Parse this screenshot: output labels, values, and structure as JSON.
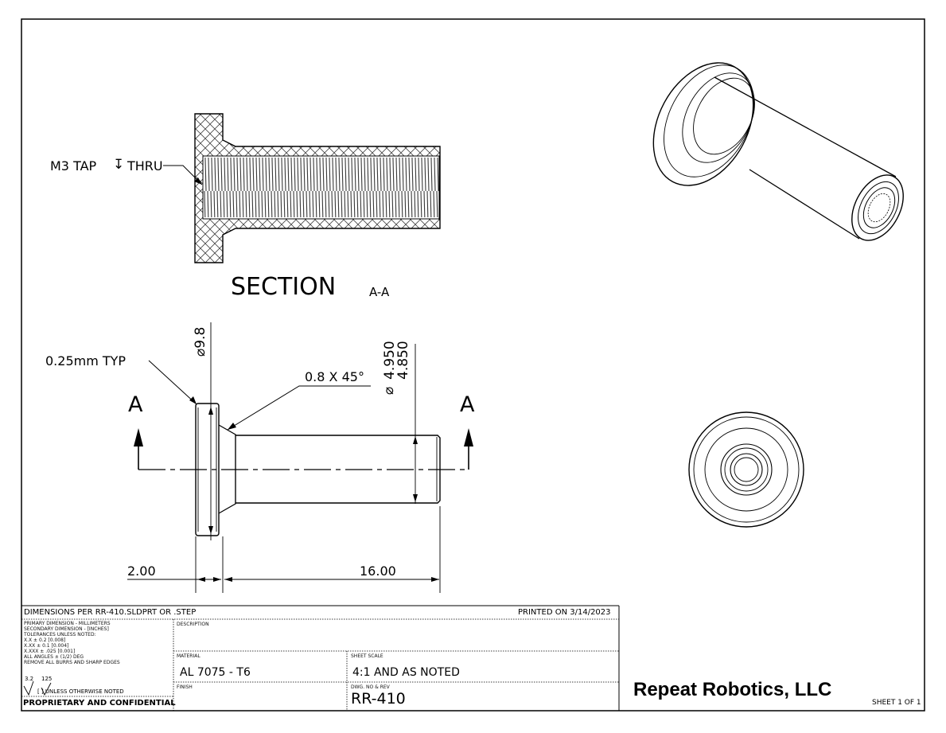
{
  "section_view": {
    "tap_note": "M3 TAP",
    "thru_symbol": "↧",
    "thru_label": "THRU",
    "title": "SECTION",
    "title_suffix": "A-A"
  },
  "side_view": {
    "fillet_note": "0.25mm TYP",
    "chamfer_note": "0.8 X 45°",
    "head_diameter": "⌀9.8",
    "shaft_diameter_symbol": "⌀",
    "shaft_diameter_upper": "4.950",
    "shaft_diameter_lower": "4.850",
    "section_mark_left": "A",
    "section_mark_right": "A",
    "dim_head_thickness": "2.00",
    "dim_shaft_length": "16.00"
  },
  "title_block": {
    "dimensions_note": "DIMENSIONS PER RR-410.SLDPRT OR .STEP",
    "printed_on": "PRINTED ON 3/14/2023",
    "notes": [
      "PRIMARY DIMENSION - MILLIMETERS",
      "SECONDARY DIMENSION - [INCHES]",
      "TOLERANCES UNLESS NOTED:",
      "X.X ± 0.2 [0.008]",
      "X.XX ± 0.1 [0.004]",
      "X.XXX ± .025 [0.001]",
      "ALL ANGLES ± (1/2) DEG",
      "REMOVE ALL BURRS AND SHARP EDGES"
    ],
    "finish_symbol_a": "3.2",
    "finish_symbol_b": "125",
    "finish_note": "[      ] UNLESS OTHERWISE NOTED",
    "proprietary": "PROPRIETARY AND CONFIDENTIAL",
    "description_label": "DESCRIPTION",
    "description_value": "",
    "material_label": "MATERIAL",
    "material_value": "AL 7075 - T6",
    "sheet_scale_label": "SHEET SCALE",
    "sheet_scale_value": "4:1 AND AS NOTED",
    "finish_label": "FINISH",
    "finish_value": "",
    "dwg_label": "DWG. NO & REV",
    "dwg_value": "RR-410",
    "company": "Repeat Robotics, LLC",
    "sheet": "SHEET 1 OF 1"
  }
}
